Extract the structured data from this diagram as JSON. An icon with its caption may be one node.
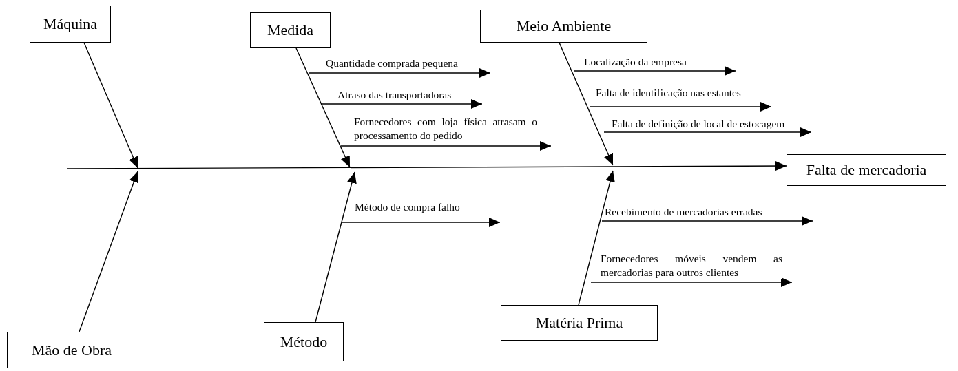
{
  "diagram": {
    "nodes": [
      {
        "text": [
          "Máquina"
        ]
      },
      {
        "text": [
          "Medida"
        ]
      },
      {
        "text": [
          "Meio Ambiente"
        ]
      },
      {
        "text": [
          "Falta de mercadoria"
        ]
      },
      {
        "text": [
          "Mão de Obra"
        ]
      },
      {
        "text": [
          "Método"
        ]
      },
      {
        "text": [
          "Matéria Prima"
        ]
      }
    ],
    "edges": [
      {
        "from": null,
        "to": 3,
        "arrow": "to"
      },
      {
        "from": 0,
        "to": null,
        "arrow": "to"
      },
      {
        "from": 1,
        "to": null,
        "arrow": "to"
      },
      {
        "from": 2,
        "to": null,
        "arrow": "to"
      },
      {
        "from": 4,
        "to": null,
        "arrow": "to"
      },
      {
        "from": 5,
        "to": null,
        "arrow": "to"
      },
      {
        "from": 6,
        "to": null,
        "arrow": "to"
      }
    ],
    "labels": [
      "Quantidade comprada pequena",
      "Localização da empresa",
      "Atraso das transportadoras",
      "Falta de identificação nas estantes",
      "Fornecedores com loja física atrasam o processamento do pedido",
      "Falta de definição de local de estocagem",
      "Método de compra falho",
      "Recebimento de mercadorias erradas",
      "Fornecedores móveis vendem as mercadorias para outros clientes"
    ]
  }
}
